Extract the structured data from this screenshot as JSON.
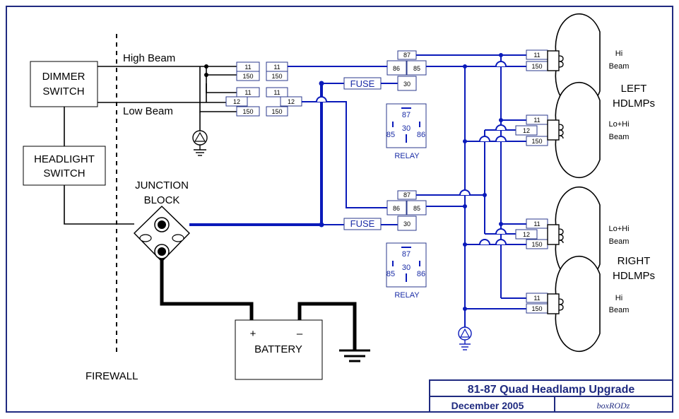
{
  "labels": {
    "dimmer_line1": "DIMMER",
    "dimmer_line2": "SWITCH",
    "headlight_line1": "HEADLIGHT",
    "headlight_line2": "SWITCH",
    "high_beam": "High Beam",
    "low_beam": "Low Beam",
    "junction_line1": "JUNCTION",
    "junction_line2": "BLOCK",
    "battery": "BATTERY",
    "plus": "+",
    "minus": "–",
    "firewall": "FIREWALL",
    "fuse": "FUSE",
    "relay": "RELAY",
    "left_line1": "LEFT",
    "left_line2": "HDLMPs",
    "right_line1": "RIGHT",
    "right_line2": "HDLMPs",
    "hi": "Hi",
    "beam": "Beam",
    "lohi": "Lo+Hi"
  },
  "pins": {
    "p11": "11",
    "p12": "12",
    "p150": "150",
    "p30": "30",
    "p85": "85",
    "p86": "86",
    "p87": "87"
  },
  "title_block": {
    "title": "81-87 Quad Headlamp Upgrade",
    "date": "December 2005",
    "author": "boxRODz"
  },
  "colors": {
    "wire": "#0a1aba",
    "power": "#000000",
    "border": "#1f2a80"
  }
}
